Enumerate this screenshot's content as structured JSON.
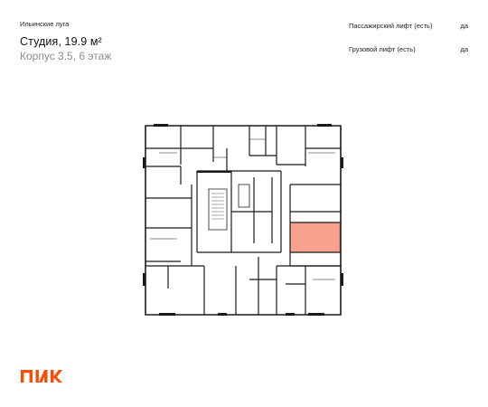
{
  "project_name": "Ильинские луга",
  "apartment": {
    "title": "Студия, 19.9 м²",
    "location": "Корпус 3.5, 6 этаж"
  },
  "specs": [
    {
      "label": "Пассажирский лифт (есть)",
      "value": "да"
    },
    {
      "label": "Грузовой лифт (есть)",
      "value": "да"
    }
  ],
  "colors": {
    "highlight": "#f7a18e",
    "highlight_stroke": "#e8593c",
    "brand": "#fc4c02",
    "walls": "#1a1a1a"
  },
  "logo_text": "ПИК"
}
